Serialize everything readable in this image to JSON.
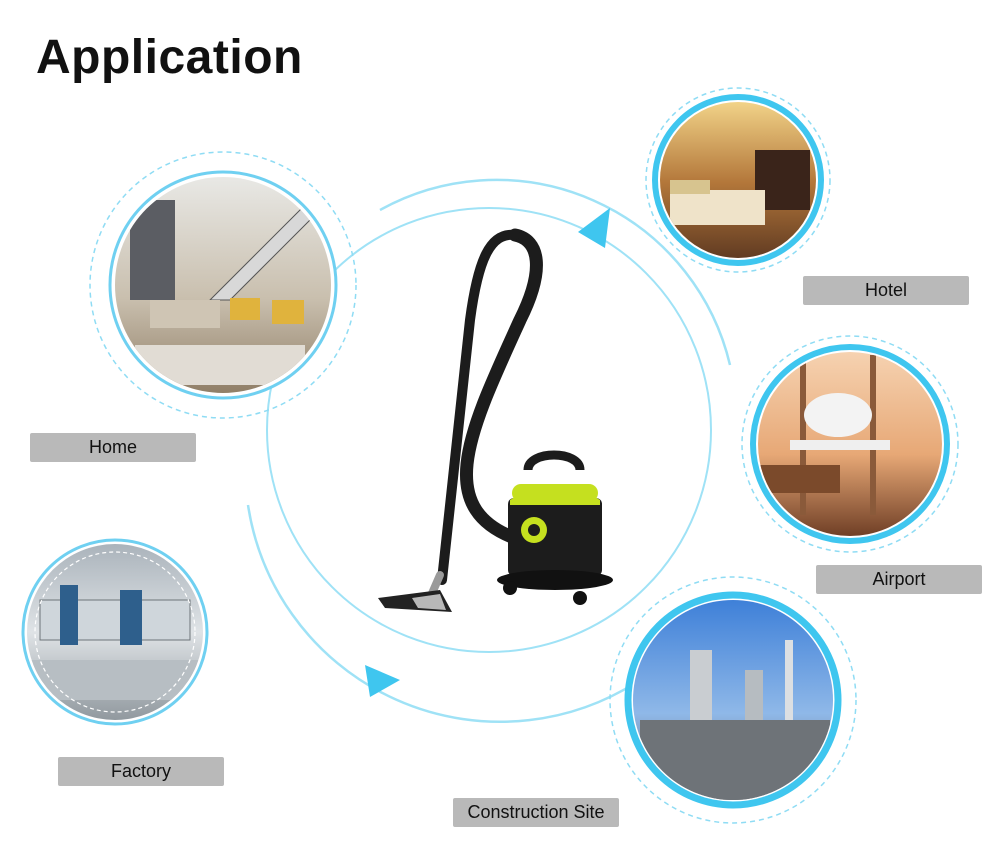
{
  "title": "Application",
  "labels": {
    "home": "Home",
    "hotel": "Hotel",
    "airport": "Airport",
    "factory": "Factory",
    "construction": "Construction Site"
  },
  "colors": {
    "accent": "#3fc6ef",
    "label_bg": "#b9b9b9",
    "vacuum_body": "#1c1c1c",
    "vacuum_accent": "#c5e01f"
  }
}
